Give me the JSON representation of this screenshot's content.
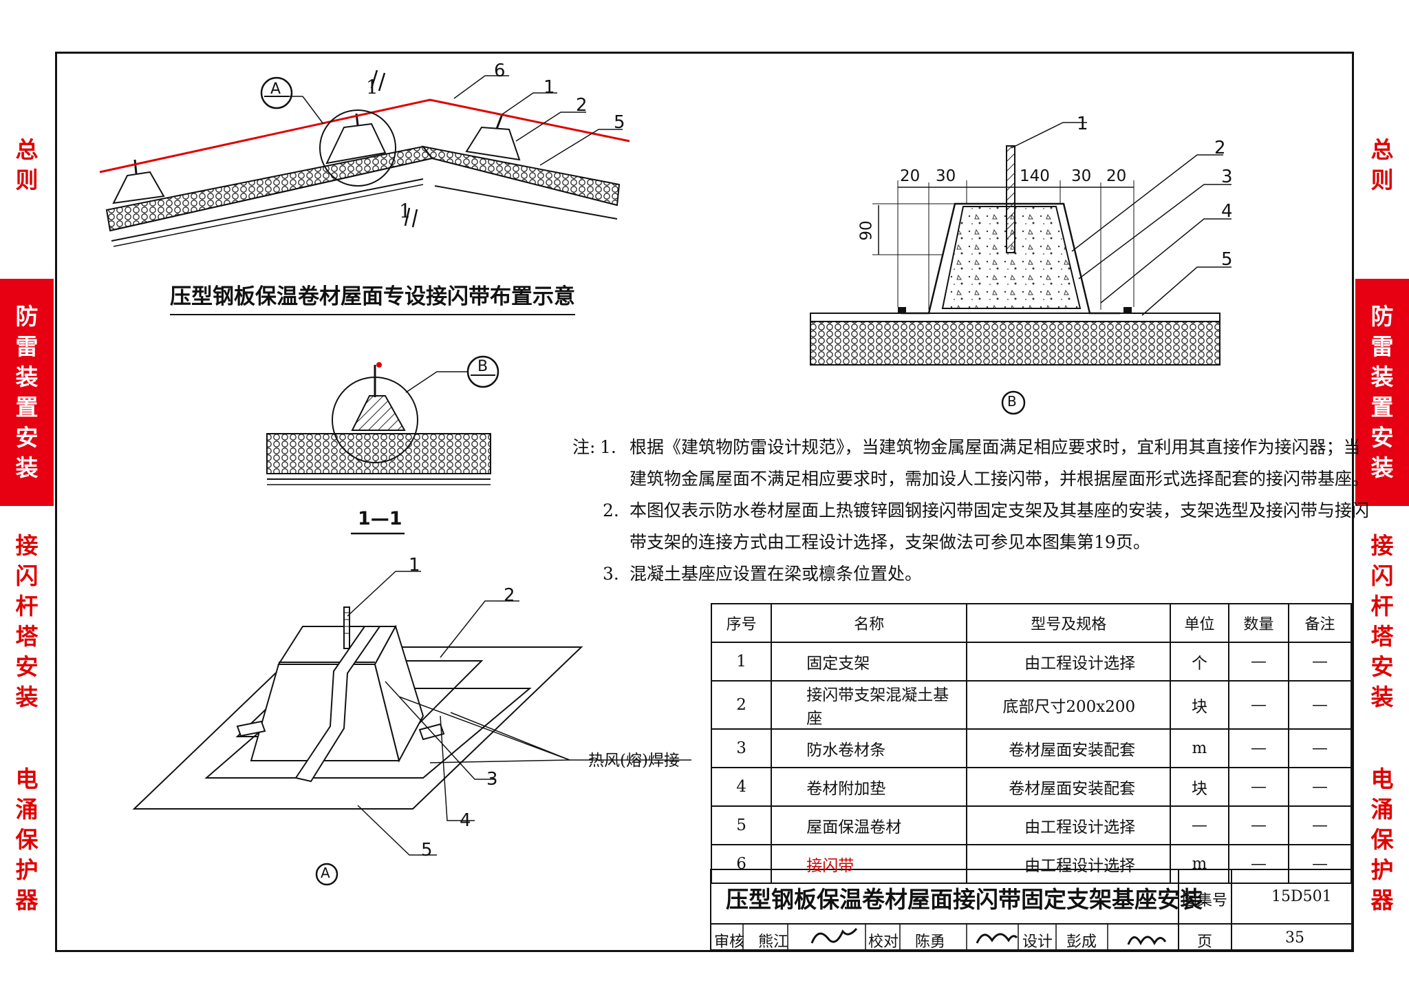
{
  "side_tabs": {
    "left": [
      {
        "label": [
          "总",
          "则"
        ],
        "active": false
      },
      {
        "label": [
          "防",
          "雷",
          "装",
          "置",
          "安",
          "装"
        ],
        "active": true
      },
      {
        "label": [
          "接",
          "闪",
          "杆",
          "塔",
          "安",
          "装"
        ],
        "active": false
      },
      {
        "label": [
          "电",
          "涌",
          "保",
          "护",
          "器"
        ],
        "active": false
      }
    ],
    "right": [
      {
        "label": [
          "总",
          "则"
        ],
        "active": false
      },
      {
        "label": [
          "防",
          "雷",
          "装",
          "置",
          "安",
          "装"
        ],
        "active": true
      },
      {
        "label": [
          "接",
          "闪",
          "杆",
          "塔",
          "安",
          "装"
        ],
        "active": false
      },
      {
        "label": [
          "电",
          "涌",
          "保",
          "护",
          "器"
        ],
        "active": false
      }
    ]
  },
  "top_left": {
    "title": "压型钢板保温卷材屋面专设接闪带布置示意",
    "detail_a": "A",
    "section_mark": "1",
    "callouts": [
      "6",
      "1",
      "2",
      "5"
    ]
  },
  "section_1_1": {
    "detail_b": "B",
    "caption": "1—1"
  },
  "detail_b_view": {
    "label": "B",
    "dims_top_left": [
      "20",
      "30"
    ],
    "dims_top_right": [
      "140",
      "30",
      "20"
    ],
    "dim_height": "90",
    "callouts": [
      "1",
      "2",
      "3",
      "4",
      "5"
    ]
  },
  "detail_a_view": {
    "label": "A",
    "callouts": [
      "1",
      "2",
      "3",
      "4",
      "5"
    ],
    "weld_label": "热风(熔)焊接"
  },
  "notes": {
    "prefix": "注:",
    "items": [
      {
        "num": "1.",
        "lines": [
          "根据《建筑物防雷设计规范》，当建筑物金属屋面满足相应要求时，宜利用其直接作为接闪器；当",
          "建筑物金属屋面不满足相应要求时，需加设人工接闪带，并根据屋面形式选择配套的接闪带基座。"
        ]
      },
      {
        "num": "2.",
        "lines": [
          "本图仅表示防水卷材屋面上热镀锌圆钢接闪带固定支架及其基座的安装，支架选型及接闪带与接闪",
          "带支架的连接方式由工程设计选择，支架做法可参见本图集第19页。"
        ]
      },
      {
        "num": "3.",
        "lines": [
          "混凝土基座应设置在梁或檩条位置处。"
        ]
      }
    ]
  },
  "parts_table": {
    "headers": [
      "序号",
      "名称",
      "型号及规格",
      "单位",
      "数量",
      "备注"
    ],
    "rows": [
      [
        "1",
        "固定支架",
        "由工程设计选择",
        "个",
        "—",
        "—"
      ],
      [
        "2",
        "接闪带支架混凝土基座",
        "底部尺寸200x200",
        "块",
        "—",
        "—"
      ],
      [
        "3",
        "防水卷材条",
        "卷材屋面安装配套",
        "m",
        "—",
        "—"
      ],
      [
        "4",
        "卷材附加垫",
        "卷材屋面安装配套",
        "块",
        "—",
        "—"
      ],
      [
        "5",
        "屋面保温卷材",
        "由工程设计选择",
        "—",
        "—",
        "—"
      ],
      [
        "6",
        "接闪带",
        "由工程设计选择",
        "m",
        "—",
        "—"
      ]
    ],
    "highlight_row": 5,
    "highlight_color": "#d00000"
  },
  "title_block": {
    "title": "压型钢板保温卷材屋面接闪带固定支架基座安装",
    "atlas_label": "图集号",
    "atlas_no": "15D501",
    "review_label": "审核",
    "review_name": "熊江",
    "check_label": "校对",
    "check_name": "陈勇",
    "design_label": "设计",
    "design_name": "彭成",
    "page_label": "页",
    "page_no": "35"
  }
}
